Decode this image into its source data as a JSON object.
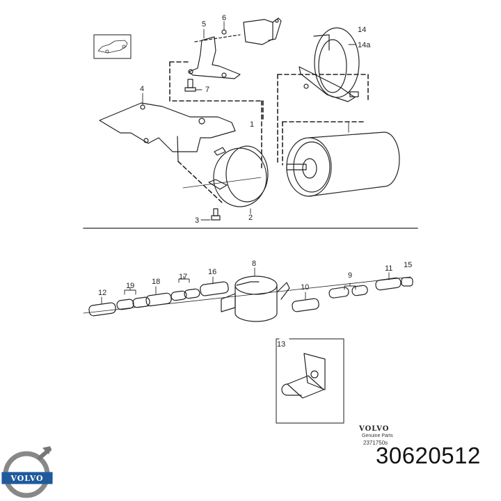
{
  "diagram": {
    "title": "Volvo fuel filter assembly exploded parts diagram",
    "thumbnail": "car-sedan-icon",
    "callouts": [
      {
        "id": "1",
        "label": "1",
        "part": "fuel filter"
      },
      {
        "id": "2",
        "label": "2",
        "part": "clamp"
      },
      {
        "id": "3",
        "label": "3",
        "part": "bolt"
      },
      {
        "id": "4",
        "label": "4",
        "part": "mounting bracket"
      },
      {
        "id": "5",
        "label": "5",
        "part": "bracket"
      },
      {
        "id": "6",
        "label": "6",
        "part": "screw"
      },
      {
        "id": "7",
        "label": "7",
        "part": "bolt"
      },
      {
        "id": "8",
        "label": "8",
        "part": "fuel accumulator"
      },
      {
        "id": "9",
        "label": "9",
        "part": "hose"
      },
      {
        "id": "10",
        "label": "10",
        "part": "hose"
      },
      {
        "id": "11",
        "label": "11",
        "part": "hose"
      },
      {
        "id": "12",
        "label": "12",
        "part": "hose"
      },
      {
        "id": "13",
        "label": "13",
        "part": "clip"
      },
      {
        "id": "14",
        "label": "14",
        "part": "clamp"
      },
      {
        "id": "14a",
        "label": "14a",
        "part": "clamp band"
      },
      {
        "id": "15",
        "label": "15",
        "part": "hose clamp"
      },
      {
        "id": "16",
        "label": "16",
        "part": "hose"
      },
      {
        "id": "17",
        "label": "17",
        "part": "hose"
      },
      {
        "id": "18",
        "label": "18",
        "part": "hose"
      },
      {
        "id": "19",
        "label": "19",
        "part": "hose"
      }
    ]
  },
  "footer": {
    "brand_wordmark": "VOLVO",
    "genuine_parts": "Genuine Parts",
    "drawing_code": "2371750s",
    "logo": "volvo-iron-mark-logo",
    "part_number": "30620512"
  }
}
